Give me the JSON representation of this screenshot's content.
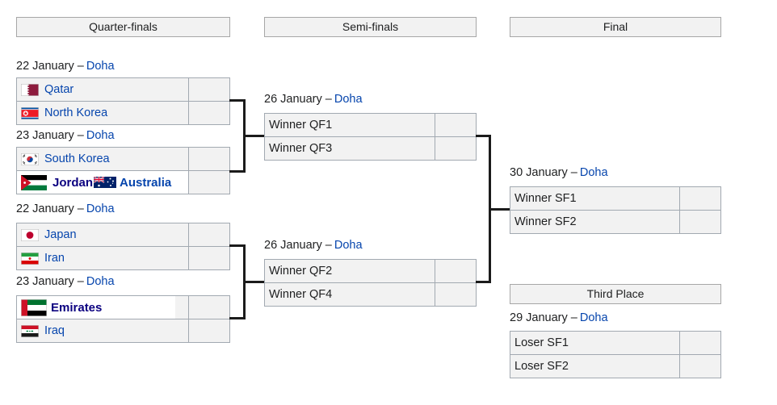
{
  "colors": {
    "link": "#0645ad",
    "dark_link": "#0b0080",
    "text": "#202122",
    "box_background": "#f2f2f2",
    "box_border": "#a2a9b1",
    "connector": "#1b1b1b"
  },
  "columns": {
    "quarter_finals": "Quarter-finals",
    "semi_finals": "Semi-finals",
    "final": "Final",
    "third_place": "Third Place"
  },
  "bracket": {
    "quarter_finals": [
      {
        "id": "QF1",
        "date": "22 January –",
        "venue": "Doha",
        "rows": [
          {
            "team": "Qatar",
            "flag_icon": "qatar-flag-icon",
            "score": ""
          },
          {
            "team": "North Korea",
            "flag_icon": "north-korea-flag-icon",
            "score": ""
          }
        ]
      },
      {
        "id": "QF2",
        "date": "23 January –",
        "venue": "Doha",
        "rows": [
          {
            "team": "South Korea",
            "flag_icon": "south-korea-flag-icon",
            "score": ""
          },
          {
            "team": "Jordan",
            "flag_icon": "jordan-flag-icon",
            "team2": "Australia",
            "flag2_icon": "australia-flag-icon",
            "score": ""
          }
        ]
      },
      {
        "id": "QF3",
        "date": "22 January –",
        "venue": "Doha",
        "rows": [
          {
            "team": "Japan",
            "flag_icon": "japan-flag-icon",
            "score": ""
          },
          {
            "team": "Iran",
            "flag_icon": "iran-flag-icon",
            "score": ""
          }
        ]
      },
      {
        "id": "QF4",
        "date": "23 January –",
        "venue": "Doha",
        "rows": [
          {
            "team": "Emirates",
            "flag_icon": "uae-flag-icon",
            "score": ""
          },
          {
            "team": "Iraq",
            "flag_icon": "iraq-flag-icon",
            "score": ""
          }
        ]
      }
    ],
    "semi_finals": [
      {
        "id": "SF1",
        "date": "26 January –",
        "venue": "Doha",
        "rows": [
          {
            "team": "Winner QF1",
            "score": ""
          },
          {
            "team": "Winner QF3",
            "score": ""
          }
        ]
      },
      {
        "id": "SF2",
        "date": "26 January –",
        "venue": "Doha",
        "rows": [
          {
            "team": "Winner QF2",
            "score": ""
          },
          {
            "team": "Winner QF4",
            "score": ""
          }
        ]
      }
    ],
    "final": {
      "date": "30 January –",
      "venue": "Doha",
      "rows": [
        {
          "team": "Winner SF1",
          "score": ""
        },
        {
          "team": "Winner SF2",
          "score": ""
        }
      ]
    },
    "third_place": {
      "date": "29 January –",
      "venue": "Doha",
      "rows": [
        {
          "team": "Loser SF1",
          "score": ""
        },
        {
          "team": "Loser SF2",
          "score": ""
        }
      ]
    }
  }
}
